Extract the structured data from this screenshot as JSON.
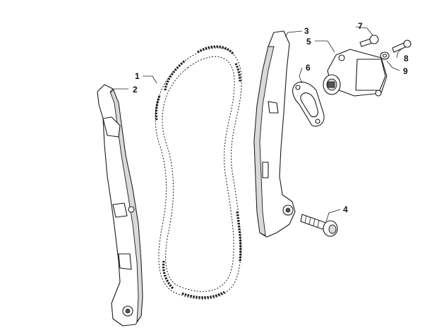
{
  "callouts": [
    {
      "id": "1",
      "label": "1"
    },
    {
      "id": "2",
      "label": "2"
    },
    {
      "id": "3",
      "label": "3"
    },
    {
      "id": "4",
      "label": "4"
    },
    {
      "id": "5",
      "label": "5"
    },
    {
      "id": "6",
      "label": "6"
    },
    {
      "id": "7",
      "label": "7"
    },
    {
      "id": "8",
      "label": "8"
    },
    {
      "id": "9",
      "label": "9"
    }
  ]
}
